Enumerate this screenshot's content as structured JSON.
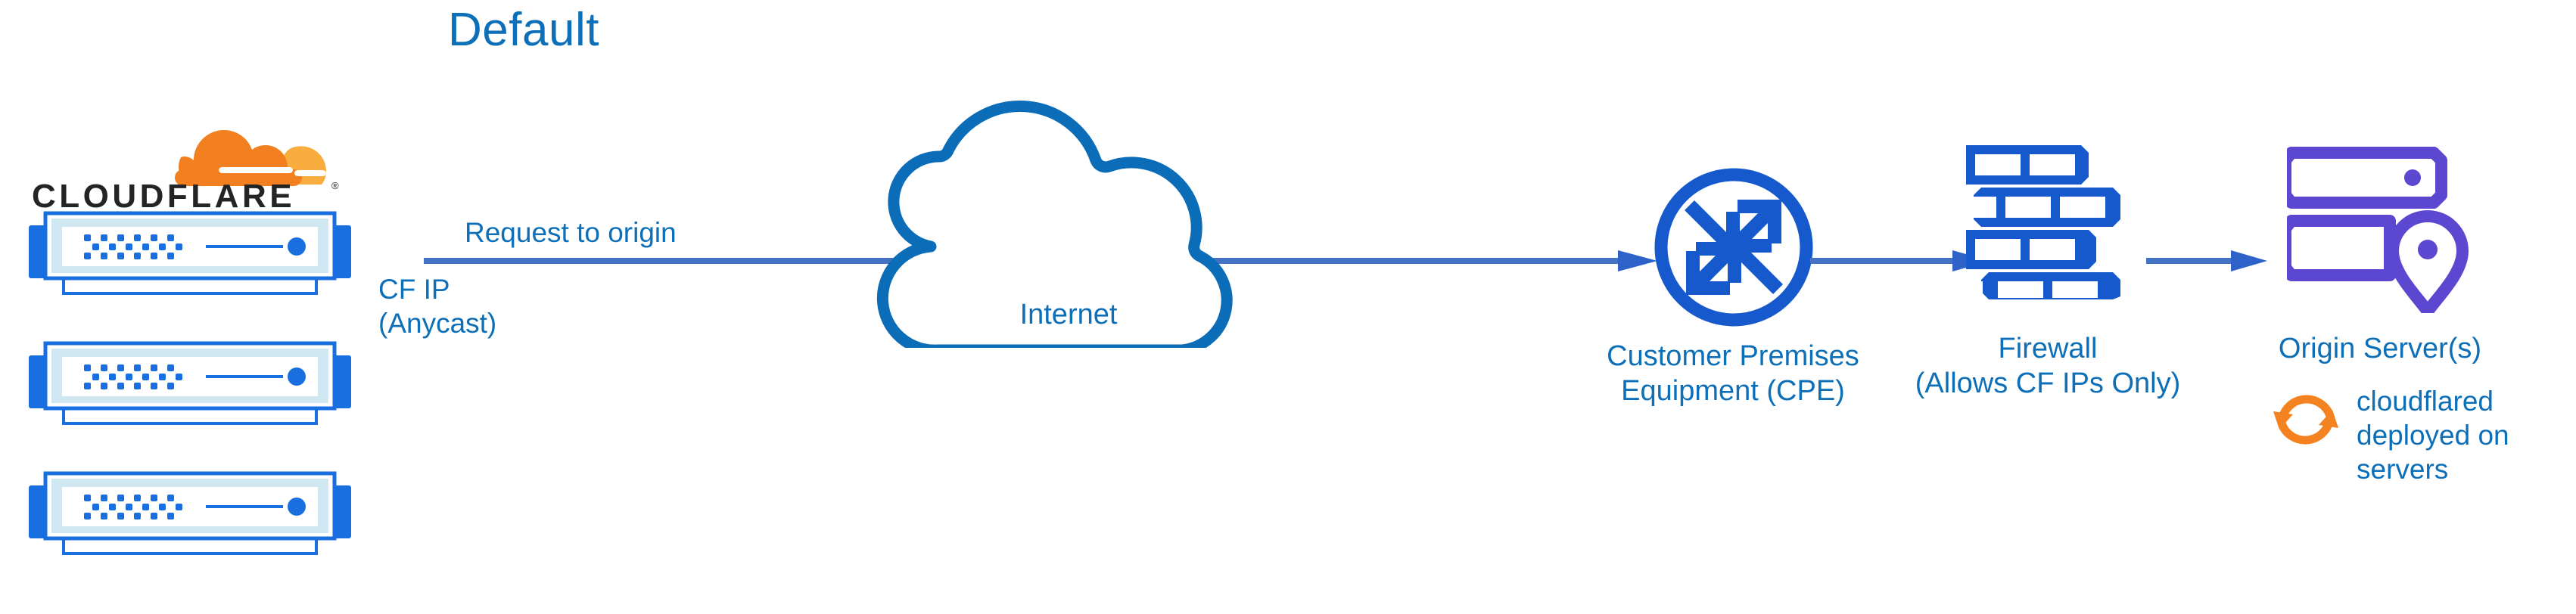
{
  "title": "Default",
  "colors": {
    "text_blue": "#0d6fb8",
    "icon_blue": "#1559cc",
    "arrow_blue": "#4472c4",
    "cloud_stroke": "#0b6cb8",
    "origin_purple": "#5b47d0",
    "cloudflare_orange": "#f38020",
    "cloudflare_orange_light": "#faad3f",
    "server_frame": "#1a6fe0",
    "server_inner": "#cfe8f2"
  },
  "brand": {
    "wordmark": "CLOUDFLARE",
    "registered_mark": "®",
    "logo_icon": "cloudflare-cloud-logo"
  },
  "nodes": {
    "cloudflare_edge": {
      "name": "cloudflare-edge-servers",
      "icon": "server-rack-icon",
      "count": 3
    },
    "internet": {
      "label": "Internet",
      "icon": "cloud-outline-icon"
    },
    "cpe": {
      "label": "Customer Premises\nEquipment (CPE)",
      "icon": "router-four-arrows-icon"
    },
    "firewall": {
      "label": "Firewall\n(Allows CF IPs Only)",
      "icon": "brick-wall-icon"
    },
    "origin": {
      "label": "Origin Server(s)",
      "icon": "server-location-pin-icon"
    }
  },
  "annotations": {
    "request_to_origin": "Request to origin",
    "cf_ip": "CF IP\n(Anycast)",
    "cloudflared_note": "cloudflared\ndeployed on\nservers",
    "cloudflared_icon": "sync-arrows-icon"
  },
  "edges": [
    {
      "name": "edge-cloudflare-to-cpe",
      "from": "cloudflare_edge",
      "to": "cpe",
      "label": "Request to origin"
    },
    {
      "name": "edge-cpe-to-firewall",
      "from": "cpe",
      "to": "firewall",
      "label": ""
    },
    {
      "name": "edge-firewall-to-origin",
      "from": "firewall",
      "to": "origin",
      "label": ""
    }
  ]
}
